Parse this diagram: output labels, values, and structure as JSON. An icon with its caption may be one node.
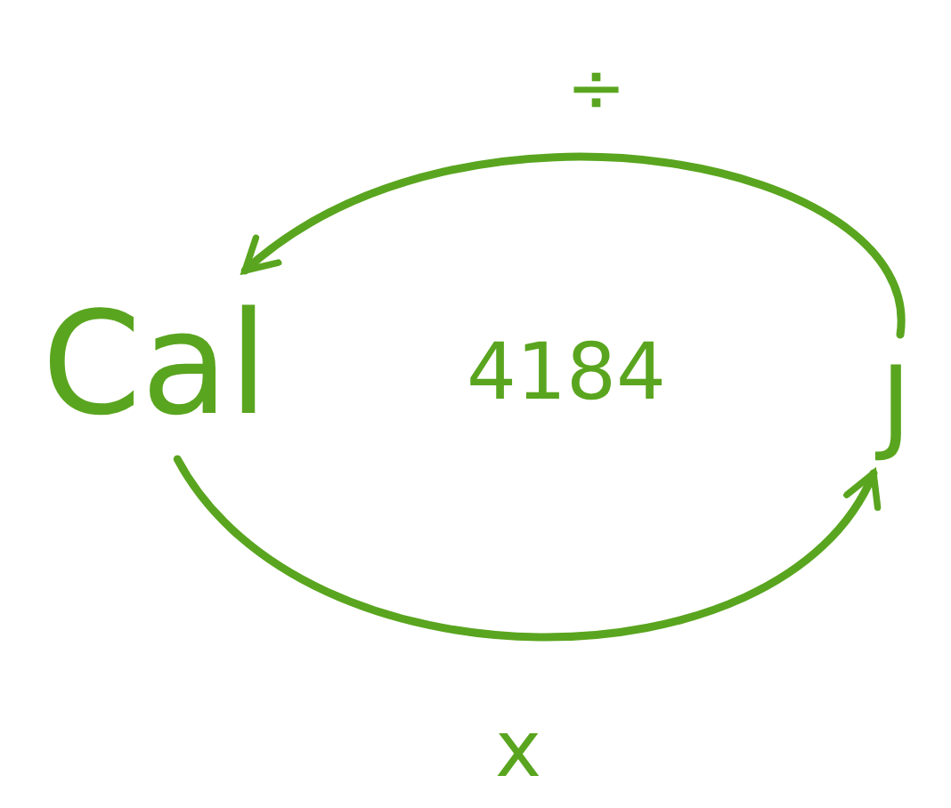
{
  "diagram": {
    "nodes": [
      {
        "text": [
          "Cal"
        ]
      },
      {
        "text": [
          "J"
        ]
      }
    ],
    "edges": [
      {
        "from": 1,
        "to": 0,
        "arrow": "to",
        "label": "÷"
      },
      {
        "from": 0,
        "to": 1,
        "arrow": "to",
        "label": "x"
      }
    ],
    "labels": [
      "4184"
    ]
  }
}
